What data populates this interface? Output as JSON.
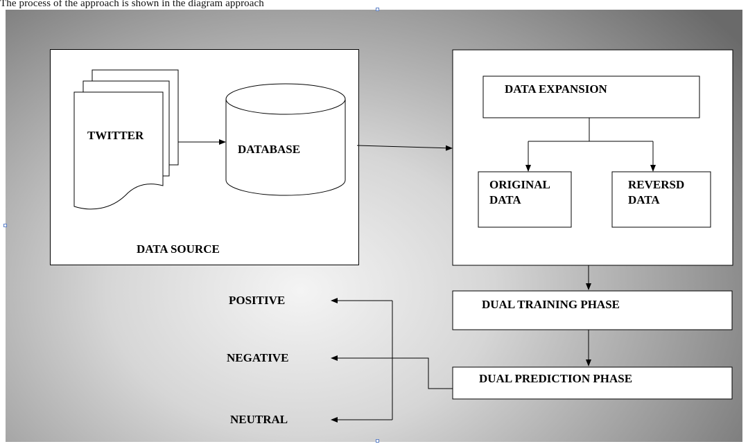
{
  "caption": "The process of the approach is shown in the diagram approach",
  "diagram": {
    "data_source": {
      "title": "DATA SOURCE",
      "twitter": "TWITTER",
      "database": "DATABASE"
    },
    "data_expansion": {
      "title": "DATA EXPANSION",
      "original": [
        "ORIGINAL",
        "DATA"
      ],
      "reversed": [
        "REVERSD",
        "DATA"
      ]
    },
    "dual_training": "DUAL TRAINING PHASE",
    "dual_prediction": "DUAL PREDICTION PHASE",
    "outputs": {
      "positive": "POSITIVE",
      "negative": "NEGATIVE",
      "neutral": "NEUTRAL"
    }
  }
}
